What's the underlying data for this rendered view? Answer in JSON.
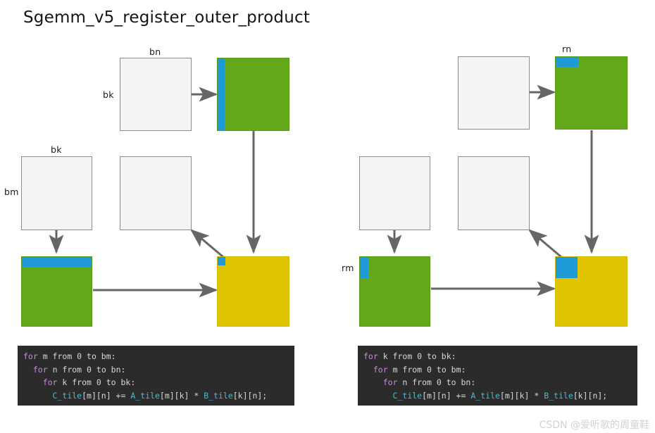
{
  "title": "Sgemm_v5_register_outer_product",
  "watermark": "CSDN @爱听歌的周童鞋",
  "colors": {
    "green": "#62a818",
    "blue": "#1e9ad6",
    "yellow": "#e0c400",
    "gray_fill": "#f4f4f4",
    "gray_border": "#8c8c8c",
    "arrow": "#666666",
    "code_bg": "#2b2b2b",
    "code_keyword": "#c98bdb",
    "code_identifier": "#4cb9d4",
    "code_text": "#d8d8d8"
  },
  "panels": {
    "left": {
      "name": "block-tiling-panel",
      "labels": {
        "b_top": "bn",
        "b_left": "bk",
        "a_top": "bk",
        "a_left": "bm"
      },
      "code": {
        "lines": [
          [
            {
              "t": "for",
              "c": "kw"
            },
            {
              "t": " m from ",
              "c": "pln"
            },
            {
              "t": "0",
              "c": "num"
            },
            {
              "t": " to bm:",
              "c": "pln"
            }
          ],
          [
            {
              "t": "  ",
              "c": "pln"
            },
            {
              "t": "for",
              "c": "kw"
            },
            {
              "t": " n from ",
              "c": "pln"
            },
            {
              "t": "0",
              "c": "num"
            },
            {
              "t": " to bn:",
              "c": "pln"
            }
          ],
          [
            {
              "t": "    ",
              "c": "pln"
            },
            {
              "t": "for",
              "c": "kw"
            },
            {
              "t": " k from ",
              "c": "pln"
            },
            {
              "t": "0",
              "c": "num"
            },
            {
              "t": " to bk:",
              "c": "pln"
            }
          ],
          [
            {
              "t": "      ",
              "c": "pln"
            },
            {
              "t": "C_tile",
              "c": "fn"
            },
            {
              "t": "[m][n] += ",
              "c": "pln"
            },
            {
              "t": "A_tile",
              "c": "fn"
            },
            {
              "t": "[m][k] * ",
              "c": "pln"
            },
            {
              "t": "B_tile",
              "c": "fn"
            },
            {
              "t": "[k][n];",
              "c": "pln"
            }
          ]
        ]
      }
    },
    "right": {
      "name": "register-outer-product-panel",
      "labels": {
        "b_reg": "rn",
        "a_reg": "rm"
      },
      "code": {
        "lines": [
          [
            {
              "t": "for",
              "c": "kw"
            },
            {
              "t": " k from ",
              "c": "pln"
            },
            {
              "t": "0",
              "c": "num"
            },
            {
              "t": " to bk:",
              "c": "pln"
            }
          ],
          [
            {
              "t": "  ",
              "c": "pln"
            },
            {
              "t": "for",
              "c": "kw"
            },
            {
              "t": " m from ",
              "c": "pln"
            },
            {
              "t": "0",
              "c": "num"
            },
            {
              "t": " to bm:",
              "c": "pln"
            }
          ],
          [
            {
              "t": "    ",
              "c": "pln"
            },
            {
              "t": "for",
              "c": "kw"
            },
            {
              "t": " n from ",
              "c": "pln"
            },
            {
              "t": "0",
              "c": "num"
            },
            {
              "t": " to bn:",
              "c": "pln"
            }
          ],
          [
            {
              "t": "      ",
              "c": "pln"
            },
            {
              "t": "C_tile",
              "c": "fn"
            },
            {
              "t": "[m][n] += ",
              "c": "pln"
            },
            {
              "t": "A_tile",
              "c": "fn"
            },
            {
              "t": "[m][k] * ",
              "c": "pln"
            },
            {
              "t": "B_tile",
              "c": "fn"
            },
            {
              "t": "[k][n];",
              "c": "pln"
            }
          ]
        ]
      }
    }
  }
}
